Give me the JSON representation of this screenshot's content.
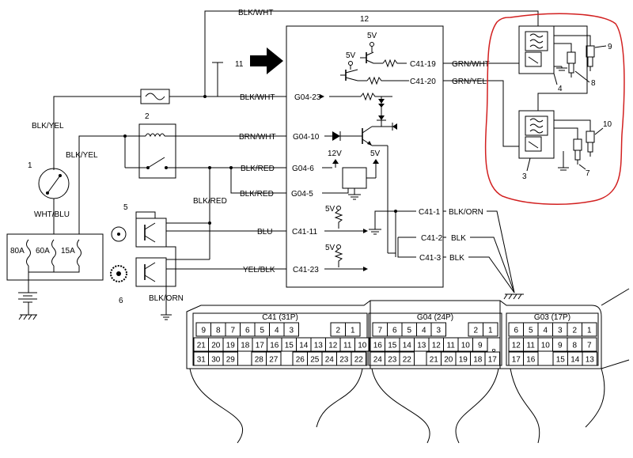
{
  "wires": {
    "top": "BLK/WHT",
    "fuse_out": "BLK/WHT",
    "blk_yel_left": "BLK/YEL",
    "blk_yel_mid": "BLK/YEL",
    "wht_blu": "WHT/BLU",
    "brn_wht": "BRN/WHT",
    "blk_red_1": "BLK/RED",
    "blk_red_2": "BLK/RED",
    "blk_red_3": "BLK/RED",
    "blu": "BLU",
    "yel_blk": "YEL/BLK",
    "blk_orn_left": "BLK/ORN",
    "grn_wht": "GRN/WHT",
    "grn_yel": "GRN/YEL",
    "blk_orn_right": "BLK/ORN",
    "blk_1": "BLK",
    "blk_2": "BLK"
  },
  "pins": {
    "g04_23": "G04-23",
    "g04_10": "G04-10",
    "g04_6": "G04-6",
    "g04_5": "G04-5",
    "c41_11": "C41-11",
    "c41_23": "C41-23",
    "c41_19": "C41-19",
    "c41_20": "C41-20",
    "c41_1": "C41-1",
    "c41_2": "C41-2",
    "c41_3": "C41-3"
  },
  "voltages": {
    "v5_a": "5V",
    "v5_b": "5V",
    "v12": "12V",
    "v5_c": "5V",
    "v5_d": "5V",
    "v5_e": "5V"
  },
  "fuses": [
    "80A",
    "60A",
    "15A"
  ],
  "callouts": [
    "1",
    "2",
    "3",
    "4",
    "5",
    "6",
    "7",
    "8",
    "9",
    "10",
    "11",
    "12"
  ],
  "connectors": {
    "c41": {
      "title": "C41 (31P)",
      "row1_left": [
        "9",
        "8",
        "7",
        "6",
        "5",
        "4",
        "3"
      ],
      "row1_right": [
        "2",
        "1"
      ],
      "row2": [
        "21",
        "20",
        "19",
        "18",
        "17",
        "16",
        "15",
        "14",
        "13",
        "12",
        "11",
        "10"
      ],
      "row3_left": [
        "31",
        "30",
        "29"
      ],
      "row3_mid": [
        "28",
        "27"
      ],
      "row3_right": [
        "26",
        "25",
        "24",
        "23",
        "22"
      ]
    },
    "g04": {
      "title": "G04 (24P)",
      "row1_left": [
        "7",
        "6",
        "5",
        "4",
        "3"
      ],
      "row1_right": [
        "2",
        "1"
      ],
      "row2": [
        "16",
        "15",
        "14",
        "13",
        "12",
        "11",
        "10",
        "9"
      ],
      "row2_tall": "8",
      "row3_left": [
        "24",
        "23",
        "22"
      ],
      "row3_right": [
        "21",
        "20",
        "19",
        "18",
        "17"
      ]
    },
    "g03": {
      "title": "G03 (17P)",
      "row1": [
        "6",
        "5",
        "4",
        "3",
        "2",
        "1"
      ],
      "row2": [
        "12",
        "11",
        "10",
        "9",
        "8",
        "7"
      ],
      "row3_left": [
        "17",
        "16"
      ],
      "row3_right": [
        "15",
        "14",
        "13"
      ]
    }
  },
  "colors": {
    "line": "#000000",
    "highlight": "#d22020"
  }
}
